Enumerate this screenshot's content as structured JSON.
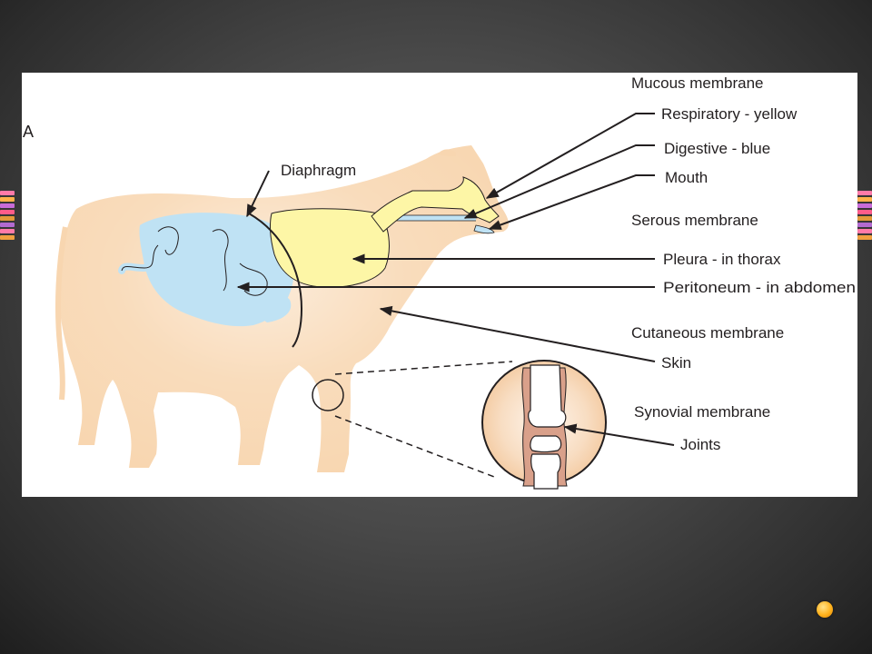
{
  "panel_letter": "A",
  "labels": {
    "diaphragm": "Diaphragm",
    "mucous_membrane": "Mucous membrane",
    "respiratory": "Respiratory - yellow",
    "digestive": "Digestive - blue",
    "mouth": "Mouth",
    "serous_membrane": "Serous membrane",
    "pleura": "Pleura - in thorax",
    "peritoneum": "Peritoneum - in abdomen",
    "cutaneous_membrane": "Cutaneous membrane",
    "skin": "Skin",
    "synovial_membrane": "Synovial membrane",
    "joints": "Joints"
  },
  "colors": {
    "body": "#f8d6b0",
    "respiratory": "#fdf6a6",
    "digestive": "#bfe2f4",
    "synovial": "#d9a08a",
    "outline": "#231f20",
    "accent_bullet": "#ffb21c"
  },
  "decor": {
    "left_edge_stripes": [
      "#ff7aa8",
      "#ffb24a",
      "#c86bd8",
      "#ff5c8a",
      "#e39a3a",
      "#b36ad0",
      "#ff7aa8",
      "#f0a040"
    ],
    "right_edge_stripes": [
      "#ff7aa8",
      "#ffb24a",
      "#c86bd8",
      "#ff5c8a",
      "#e39a3a",
      "#b36ad0",
      "#ff7aa8",
      "#f0a040"
    ]
  }
}
